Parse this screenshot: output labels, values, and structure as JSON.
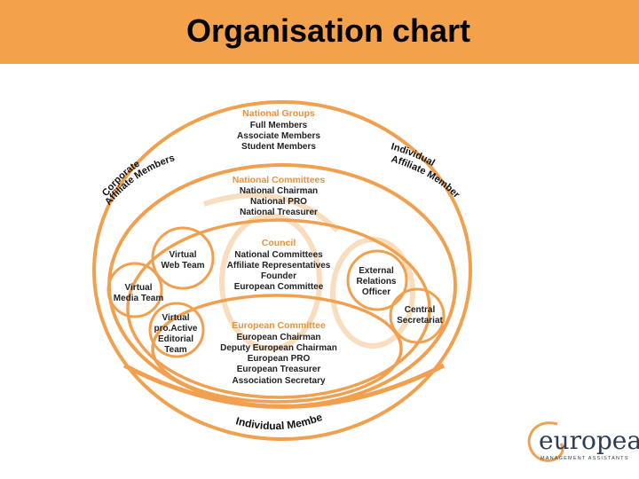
{
  "header": {
    "title": "Organisation chart"
  },
  "colors": {
    "accent": "#f4a14b",
    "ring": "#f0a04e",
    "heading": "#e8923a"
  },
  "chart": {
    "national_groups": {
      "heading": "National Groups",
      "items": [
        "Full Members",
        "Associate Members",
        "Student Members"
      ]
    },
    "national_committees": {
      "heading": "National Committees",
      "items": [
        "National Chairman",
        "National PRO",
        "National Treasurer"
      ]
    },
    "council": {
      "heading": "Council",
      "items": [
        "National Committees",
        "Affiliate Representatives",
        "Founder",
        "European Committee"
      ]
    },
    "european_committee": {
      "heading": "European Committee",
      "items": [
        "European Chairman",
        "Deputy European Chairman",
        "European PRO",
        "European Treasurer",
        "Association Secretary"
      ]
    },
    "corporate": {
      "line1": "Corporate",
      "line2": "Affiliate Members"
    },
    "individual_affiliate": {
      "line1": "Individual",
      "line2": "Affiliate Members"
    },
    "individual_members": "Individual Members",
    "virtual_web_team": [
      "Virtual",
      "Web Team"
    ],
    "virtual_media_team": [
      "Virtual",
      "Media Team"
    ],
    "virtual_proactive": [
      "Virtual",
      "pro.Active",
      "Editorial",
      "Team"
    ],
    "external_relations": [
      "External",
      "Relations",
      "Officer"
    ],
    "central_secretariat": [
      "Central",
      "Secretariat"
    ]
  },
  "logo": {
    "word": "european",
    "tagline": "MANAGEMENT ASSISTANTS"
  }
}
